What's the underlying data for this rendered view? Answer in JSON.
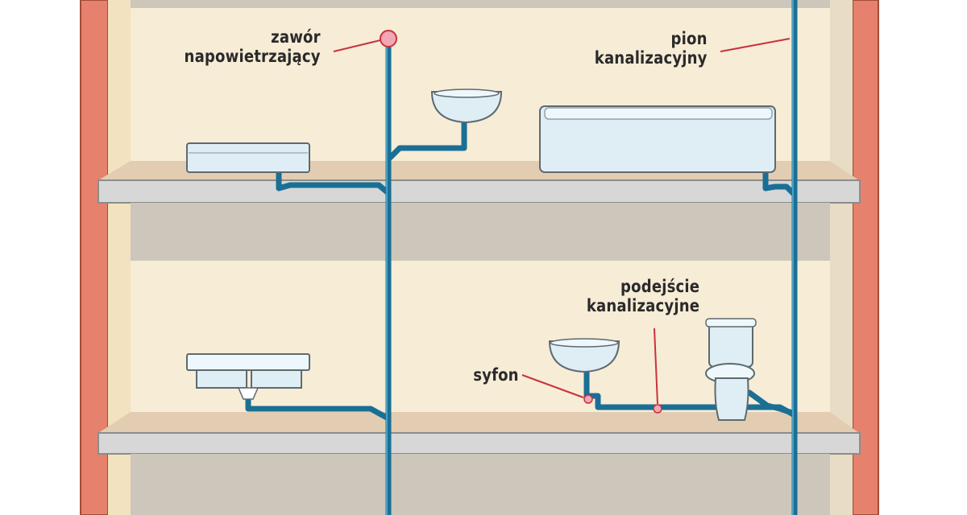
{
  "labels": {
    "vent_valve": {
      "line1": "zawór",
      "line2": "napowietrzający"
    },
    "soil_stack": {
      "line1": "pion",
      "line2": "kanalizacyjny"
    },
    "branch_drain": {
      "line1": "podejście",
      "line2": "kanalizacyjne"
    },
    "trap": "syfon"
  },
  "colors": {
    "pipe": "#1a6f95",
    "wall": "#e5816c",
    "room": "#f7ecd6",
    "ceiling_band": "#cdc6bb",
    "slab": "#d6d7d6",
    "fixture": "#dfeef5",
    "leader": "#c8323c"
  }
}
